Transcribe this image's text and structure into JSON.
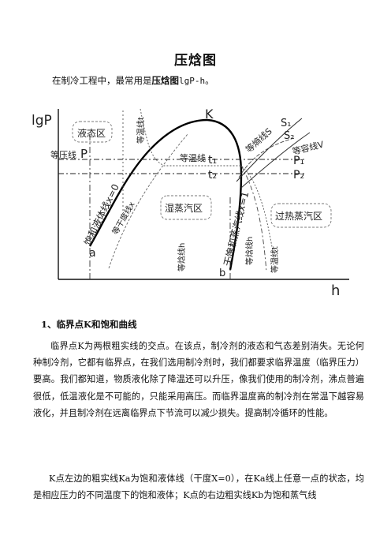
{
  "title": "压焓图",
  "intro": {
    "prefix": "在制冷工程中，最常用是",
    "bold": "压焓图",
    "suffix_mono": "lgP-h",
    "suffix_end": "。"
  },
  "diagram": {
    "y_axis": "lgP",
    "x_axis": "h",
    "labels": {
      "K": "K",
      "liquid_region": "液态区",
      "wet_region": "湿蒸汽区",
      "superheat_region": "过热蒸汽区",
      "isobar": "等压线",
      "P": "P",
      "isotherm_left": "等温线t",
      "isotherm": "等温线",
      "t1": "t₁",
      "t2": "t₂",
      "isentropic": "等熵线S",
      "S1": "S₁",
      "S2": "S₂",
      "isochoric": "等容线V",
      "P1": "P₁",
      "P2": "P₂",
      "sat_liquid": "饱和液体线x=0",
      "dryness": "等干度线x",
      "dry_sat": "干饱和蒸汽线x=1",
      "isenthalpic_h": "等焓线h",
      "isenthalpic_h2": "等焓线h",
      "isotherm_bottom": "等温线t",
      "a": "a",
      "b": "b"
    }
  },
  "section1": {
    "heading": "1、临界点K和饱和曲线",
    "para1": "临界点K为两根粗实线的交点。在该点，制冷剂的液态和气态差别消失。无论何种制冷剂，它都有临界点，在我们选用制冷剂时，我们都要求临界温度（临界压力）要高。我们都知道，物质液化除了降温还可以升压，像我们使用的制冷剂，沸点普遍很低，低温液化是不可能的，只能采用高压。而临界温度高的制冷剂在常温下越容易液化，并且制冷剂在远离临界点下节流可以减少损失。提高制冷循环的性能。",
    "para2": "K点左边的粗实线Ka为饱和液体线（干度X=0），在Ka线上任意一点的状态，均是相应压力的不同温度下的饱和液体；K点的右边粗实线Kb为饱和蒸气线"
  }
}
